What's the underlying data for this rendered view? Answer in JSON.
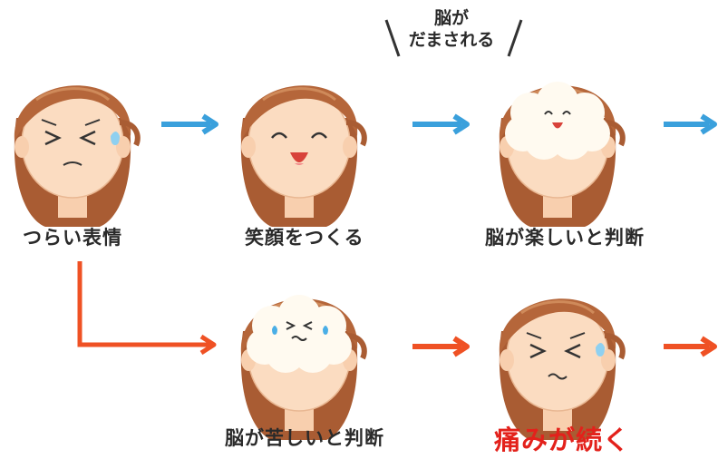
{
  "callout": {
    "line1": "脳が",
    "line2": "だまされる"
  },
  "steps_top": [
    {
      "label": "つらい表情"
    },
    {
      "label": "笑顔をつくる"
    },
    {
      "label": "脳が楽しいと判断"
    }
  ],
  "steps_bottom": [
    {
      "label": "脳が苦しいと判断"
    },
    {
      "label": "痛みが続く"
    }
  ],
  "colors": {
    "blue_arrow": "#3aa0dc",
    "red_arrow": "#ef5124",
    "hair": "#b5663a",
    "skin": "#fbdcc1",
    "cloud": "#fffaf0",
    "emphasis_text": "#e3211b"
  }
}
